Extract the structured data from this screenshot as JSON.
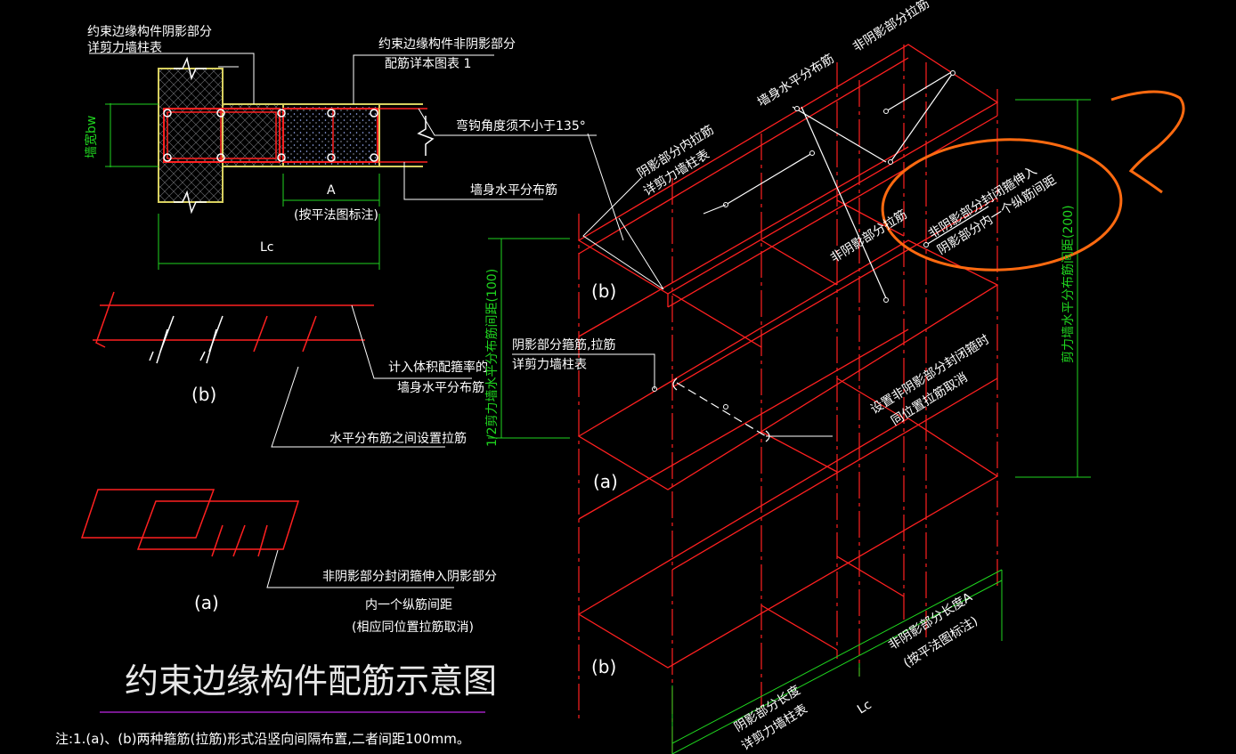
{
  "section": {
    "shadow_label_1": "约束边缘构件阴影部分",
    "shadow_label_2": "详剪力墙柱表",
    "nonshadow_label_1": "约束边缘构件非阴影部分",
    "nonshadow_label_2": "配筋详本图表 1",
    "hook_angle": "弯钩角度须不小于135°",
    "wall_thickness": "墙宽bw",
    "dim_a": "A",
    "dim_a_note": "(按平法图标注)",
    "dim_lc": "Lc",
    "horizontal_bars": "墙身水平分布筋"
  },
  "detail_b": {
    "label": "(b)",
    "note_1": "计入体积配箍率的",
    "note_2": "墙身水平分布筋",
    "note_3": "水平分布筋之间设置拉筋"
  },
  "detail_a": {
    "label": "(a)",
    "note_1": "非阴影部分封闭箍伸入阴影部分",
    "note_2": "内一个纵筋间距",
    "note_3": "(相应同位置拉筋取消)"
  },
  "title": "约束边缘构件配筋示意图",
  "footnote": "注:1.(a)、(b)两种箍筋(拉筋)形式沿竖向间隔布置,二者间距100mm。",
  "iso": {
    "top_nonshadow": "非阴影部分拉筋",
    "horizontal_bars": "墙身水平分布筋",
    "shadow_ties_1": "阴影部分内拉筋",
    "shadow_ties_2": "详剪力墙柱表",
    "nonshadow_ties": "非阴影部分拉筋",
    "extend_1": "非阴影部分封闭箍伸入",
    "extend_2": "阴影部分内一个纵筋间距",
    "b_top": "(b)",
    "stirrup_1": "阴影部分箍筋,拉筋",
    "stirrup_2": "详剪力墙柱表",
    "set_1": "设置非阴影部分封闭箍时",
    "set_2": "同位置拉筋取消",
    "a_mid": "(a)",
    "b_bottom": "(b)",
    "spacing_left": "1/2剪力墙水平分布筋间距(100)",
    "spacing_right": "剪力墙水平分布筋间距(200)",
    "nonshadow_len_1": "非阴影部分长度A",
    "nonshadow_len_2": "(按平法图标注)",
    "shadow_len_1": "阴影部分长度",
    "shadow_len_2": "详剪力墙柱表",
    "lc": "Lc"
  },
  "colors": {
    "rebar": "#ff2020",
    "dimension": "#1fd51f",
    "leader": "#ffffff",
    "concrete_shade": "#d8d060",
    "annotation_circle": "#ff6a10",
    "title_underline": "#a020c0"
  }
}
